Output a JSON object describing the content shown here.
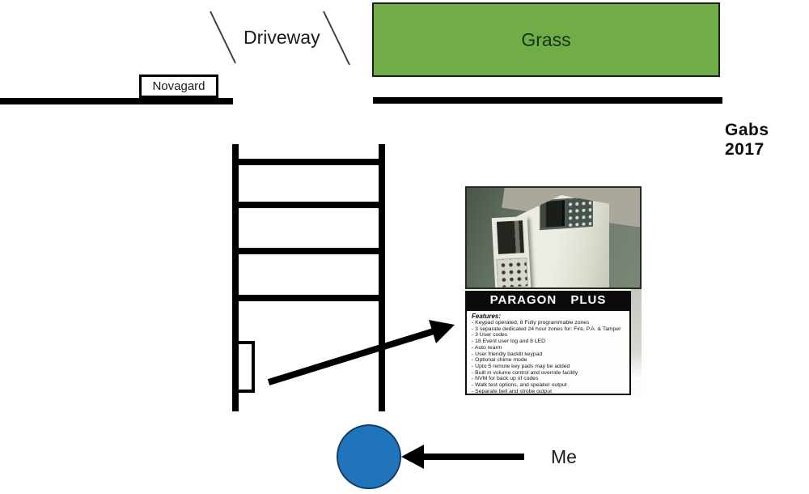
{
  "map": {
    "driveway_label": "Driveway",
    "grass_label": "Grass",
    "novagard_label": "Novagard",
    "me_label": "Me",
    "signature_line1": "Gabs",
    "signature_line2": "2017"
  },
  "paragon": {
    "title": "PARAGON PLUS",
    "features_heading": "Features:",
    "features": [
      "Keypad operated, 8 Fully programmable zones",
      "3 separate dedicated 24 hour zones for: Fire, P.A. & Tamper",
      "3 User codes",
      "18 Event user log and 8 LED",
      "Auto rearm",
      "User friendly backlit keypad",
      "Optional chime mode",
      "Upto 5 remote key pads may be added",
      "Built in volume control and override facility",
      "NVM for back up of codes",
      "Walk test options, and speaker output",
      "Separate bell and strobe output"
    ]
  },
  "colors": {
    "grass_green": "#70AD47",
    "me_marker_blue": "#1F74BC",
    "line_black": "#000000"
  }
}
